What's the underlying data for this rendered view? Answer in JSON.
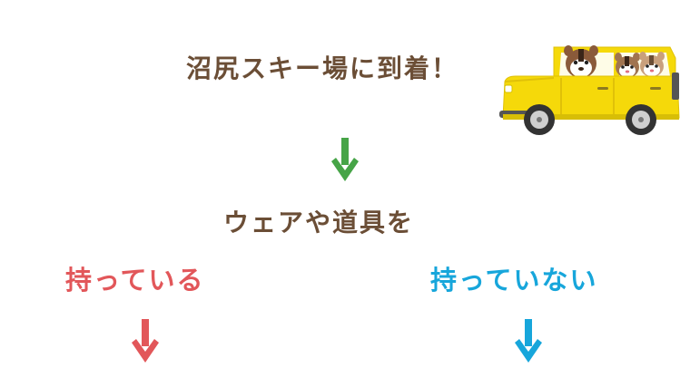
{
  "heading": "沼尻スキー場に到着！",
  "question": "ウェアや道具を",
  "branches": [
    {
      "label": "持っている"
    },
    {
      "label": "持っていない"
    }
  ],
  "icons": {
    "illustration": "yellow-car-with-chipmunks",
    "main_arrow": "arrow-down-icon",
    "branch_arrows": "arrow-down-icon"
  },
  "colors": {
    "heading_text": "#6b4e36",
    "main_arrow": "#46a447",
    "branch_left": "#e2575a",
    "branch_right": "#17a6db",
    "car_body": "#f5d90a"
  }
}
